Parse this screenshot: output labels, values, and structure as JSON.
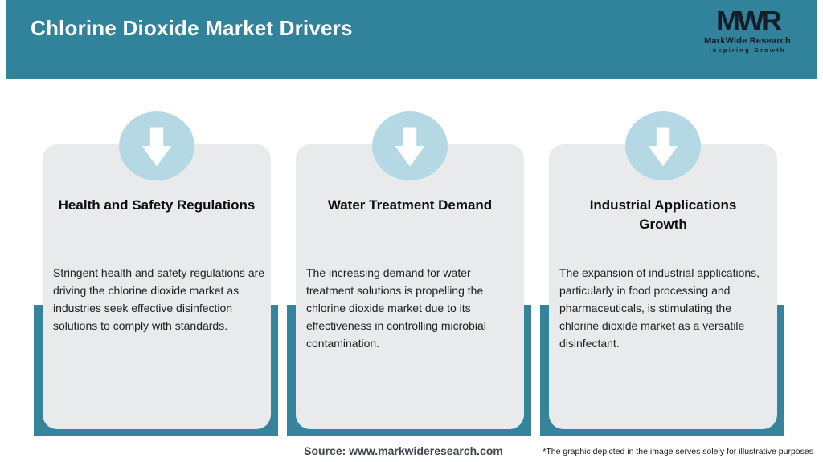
{
  "header": {
    "title": "Chlorine Dioxide Market Drivers",
    "logo": {
      "monogram": "MWR",
      "name": "MarkWide Research",
      "tagline": "Inspiring Growth"
    }
  },
  "cards": [
    {
      "icon": "arrow-down-icon",
      "title": "Health and Safety Regulations",
      "body": "Stringent health and safety regulations are driving the chlorine dioxide market as industries seek effective disinfection solutions to comply with standards."
    },
    {
      "icon": "arrow-down-icon",
      "title": "Water Treatment Demand",
      "body": "The increasing demand for water treatment solutions is propelling the chlorine dioxide market due to its effectiveness in controlling microbial contamination."
    },
    {
      "icon": "arrow-down-icon",
      "title": "Industrial Applications Growth",
      "body": "The expansion of industrial applications, particularly in food processing and pharmaceuticals, is stimulating the chlorine dioxide market as a versatile disinfectant."
    }
  ],
  "footer": {
    "source": "Source: www.markwideresearch.com",
    "disclaimer": "*The graphic depicted in the image serves solely for illustrative purposes"
  },
  "colors": {
    "header_bg": "#31839b",
    "card_bg": "#e8eaeb",
    "card_shadow": "#35849c",
    "badge_bg": "#b4d9e5",
    "logo_text": "#161c28",
    "header_title_text": "#ffffff",
    "body_text": "#202020"
  }
}
